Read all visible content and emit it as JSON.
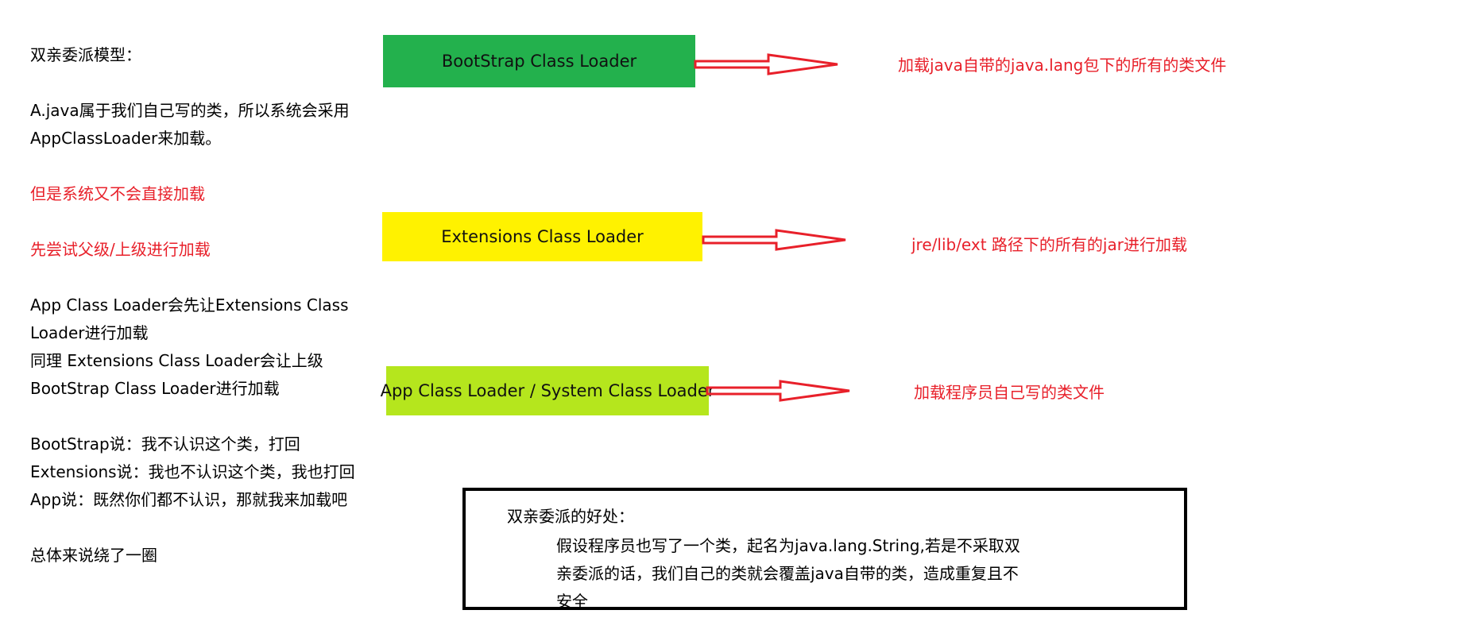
{
  "notes": {
    "title": "双亲委派模型：",
    "para1": [
      "A.java属于我们自己写的类，所以系统会采用",
      "AppClassLoader来加载。"
    ],
    "red1": "但是系统又不会直接加载",
    "red2": "先尝试父级/上级进行加载",
    "para2": [
      "App Class Loader会先让Extensions Class",
      "Loader进行加载",
      "同理 Extensions Class Loader会让上级",
      "BootStrap Class Loader进行加载"
    ],
    "para3": [
      "BootStrap说：我不认识这个类，打回",
      "Extensions说：我也不认识这个类，我也打回",
      "App说：既然你们都不认识，那就我来加载吧"
    ],
    "summary": "总体来说绕了一圈"
  },
  "loaders": [
    {
      "label": "BootStrap Class Loader",
      "color": "#23b14d",
      "description": "加载java自带的java.lang包下的所有的类文件"
    },
    {
      "label": "Extensions Class Loader",
      "color": "#fff200",
      "description": "jre/lib/ext 路径下的所有的jar进行加载"
    },
    {
      "label": "App Class Loader / System Class Loader",
      "color": "#b5e61d",
      "description": "加载程序员自己写的类文件"
    }
  ],
  "benefit": {
    "title": "双亲委派的好处：",
    "lines": [
      "假设程序员也写了一个类，起名为java.lang.String,若是不采取双",
      "亲委派的话，我们自己的类就会覆盖java自带的类，造成重复且不",
      "安全"
    ]
  },
  "colors": {
    "red_text": "#e8202a",
    "arrow": "#e8202a"
  }
}
